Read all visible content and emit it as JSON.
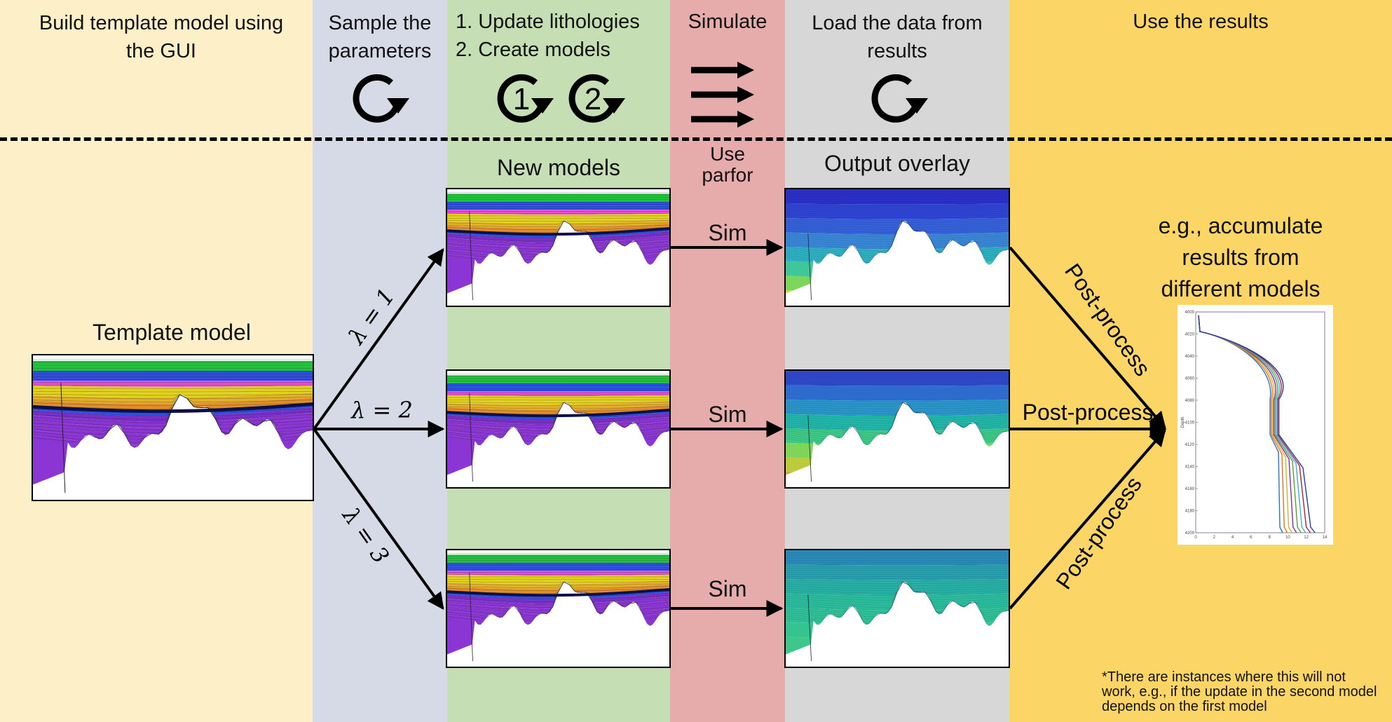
{
  "stages": [
    {
      "title": "Build template model using the GUI",
      "color": "#fdf0c8"
    },
    {
      "title": "Sample the parameters",
      "color": "#d5dae6"
    },
    {
      "title_lines": [
        "1. Update lithologies",
        "2. Create models"
      ],
      "color": "#c6deb3"
    },
    {
      "title": "Simulate",
      "color": "#e6acac"
    },
    {
      "title": "Load the data from results",
      "color": "#d7d7d7"
    },
    {
      "title": "Use the results",
      "color": "#fcd567"
    }
  ],
  "icons": [
    "refresh-icon",
    "step-1-icon",
    "step-2-icon",
    "arrows-right-icon",
    "refresh-icon"
  ],
  "step_icon_numbers": [
    "1",
    "2"
  ],
  "template_model_label": "Template model",
  "new_models_label": "New models",
  "use_parfor_label": [
    "Use",
    "parfor"
  ],
  "output_overlay_label": "Output overlay",
  "lambda_labels": [
    "λ = 1",
    "λ = 2",
    "λ = 3"
  ],
  "sim_label": "Sim",
  "post_process_label": "Post-process",
  "result_label_lines": [
    "e.g., accumulate",
    "results from",
    "different models"
  ],
  "footnote": "*There are instances where this will not work, e.g., if the update in the second model depends on the first model",
  "result_plot": {
    "ylabel": "Depth",
    "yticks": [
      "4000",
      "4020",
      "4040",
      "4060",
      "4080",
      "4100",
      "4120",
      "4140",
      "4160",
      "4180",
      "4200"
    ],
    "xticks": [
      "0",
      "2",
      "4",
      "6",
      "8",
      "10",
      "12",
      "14"
    ]
  }
}
